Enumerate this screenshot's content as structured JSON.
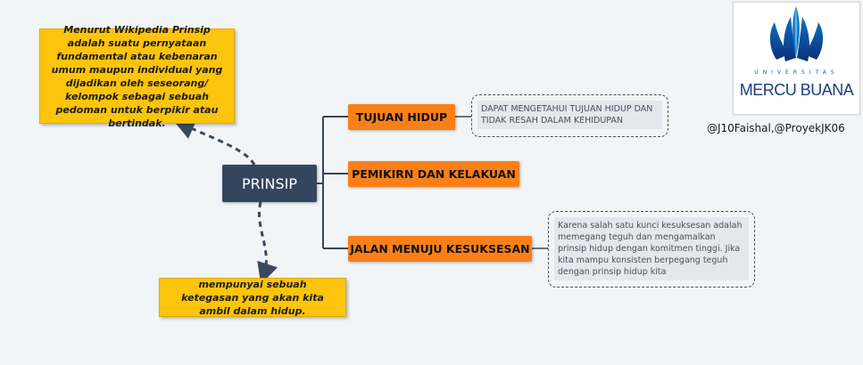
{
  "central": {
    "label": "PRINSIP"
  },
  "notes": {
    "definition": "Menurut Wikipedia Prinsip adalah suatu pernyataan fundamental atau kebenaran umum maupun individual yang dijadikan oleh seseorang/ kelompok sebagai sebuah pedoman untuk berpikir atau bertindak.",
    "firmness": "mempunyai sebuah ketegasan yang akan kita ambil dalam hidup."
  },
  "branches": [
    {
      "label": "TUJUAN HIDUP",
      "detail": "DAPAT MENGETAHUI TUJUAN HIDUP DAN TIDAK RESAH DALAM KEHIDUPAN"
    },
    {
      "label": "PEMIKIRN DAN KELAKUAN"
    },
    {
      "label": "JALAN MENUJU KESUKSESAN",
      "detail": "Karena salah satu kunci kesuksesan adalah memegang teguh dan mengamalkan prinsip hidup dengan komitmen tinggi. Jika kita mampu konsisten berpegang teguh dengan prinsip hidup kita"
    }
  ],
  "logo": {
    "line1": "UNIVERSITAS",
    "line2": "MERCU BUANA"
  },
  "credit": "@J10Faishal,@ProyekJK06",
  "colors": {
    "central": "#34465e",
    "branch": "#f98018",
    "note": "#fcc40b",
    "logo_blue": "#1f5fa8"
  }
}
